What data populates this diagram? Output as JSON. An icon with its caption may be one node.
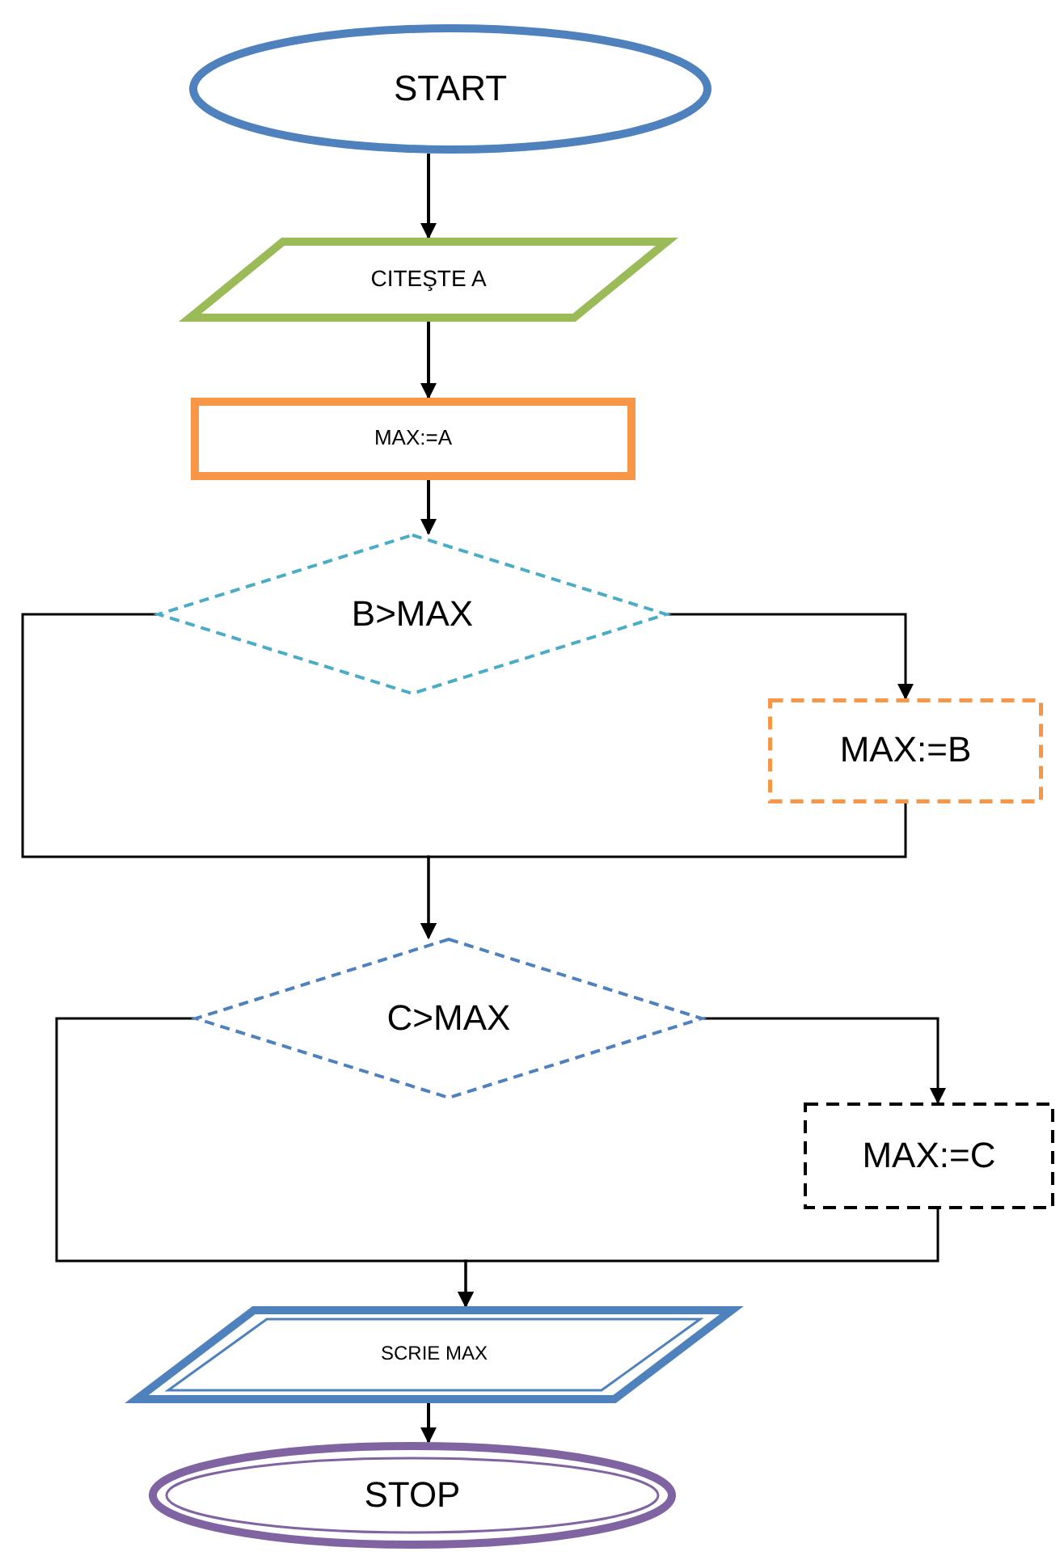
{
  "diagram": {
    "nodes": [
      {
        "text": [
          "START"
        ]
      },
      {
        "text": [
          "CITEŞTE A"
        ]
      },
      {
        "text": [
          "MAX:=A"
        ]
      },
      {
        "text": [
          "B>MAX"
        ]
      },
      {
        "text": [
          "MAX:=B"
        ]
      },
      {
        "text": [
          "C>MAX"
        ]
      },
      {
        "text": [
          "MAX:=C"
        ]
      },
      {
        "text": [
          "SCRIE MAX"
        ]
      },
      {
        "text": [
          "STOP"
        ]
      }
    ],
    "edges": [
      {
        "from": 0,
        "to": 1,
        "arrow": "to"
      },
      {
        "from": 1,
        "to": 2,
        "arrow": "to"
      },
      {
        "from": 2,
        "to": 3,
        "arrow": "to"
      },
      {
        "from": 3,
        "to": 4,
        "arrow": "to"
      },
      {
        "from": 3,
        "to": 5,
        "arrow": "to"
      },
      {
        "from": 4,
        "to": 5,
        "arrow": "to"
      },
      {
        "from": 5,
        "to": 6,
        "arrow": "to"
      },
      {
        "from": 5,
        "to": 7,
        "arrow": "to"
      },
      {
        "from": 6,
        "to": 7,
        "arrow": "to"
      },
      {
        "from": 7,
        "to": 8,
        "arrow": "to"
      }
    ]
  }
}
